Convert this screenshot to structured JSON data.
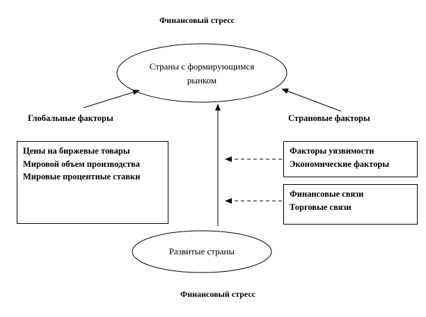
{
  "diagram": {
    "title_top": "Финансовый стресс",
    "title_bottom": "Финансовый стресс",
    "emerging_markets": "Страны с формирующимся рынком",
    "developed_countries": "Развитые страны",
    "global_factors": {
      "heading": "Глобальные факторы",
      "items": [
        "Цены на биржевые товары",
        "Мировой объем производства",
        "Мировые процентные ставки"
      ]
    },
    "country_factors": {
      "heading": "Страновые факторы",
      "box1": [
        "Факторы уязвимости",
        "Экономические факторы"
      ],
      "box2": [
        "Финансовые связи",
        "Торговые связи"
      ]
    }
  }
}
